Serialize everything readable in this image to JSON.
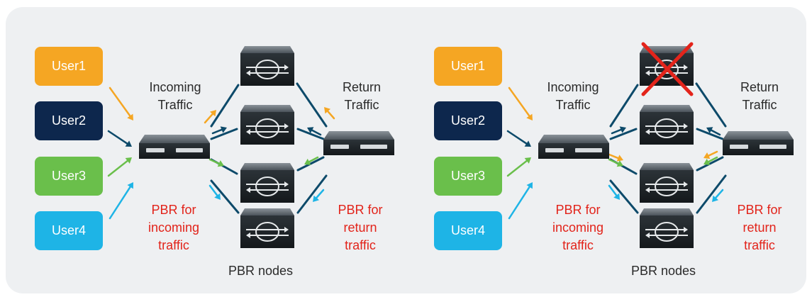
{
  "colors": {
    "user1": "#f5a623",
    "user2": "#0d274d",
    "user3": "#6abf4b",
    "user4": "#1eb4e6",
    "line_dark": "#0d4a6a",
    "label_red": "#e2231a",
    "cross_red": "#e3241b"
  },
  "left": {
    "users": [
      "User1",
      "User2",
      "User3",
      "User4"
    ],
    "incoming_label": "Incoming\nTraffic",
    "return_label": "Return\nTraffic",
    "pbr_in_label": "PBR for\nincoming\ntraffic",
    "pbr_ret_label": "PBR for\nreturn\ntraffic",
    "nodes_label": "PBR nodes"
  },
  "right": {
    "users": [
      "User1",
      "User2",
      "User3",
      "User4"
    ],
    "incoming_label": "Incoming\nTraffic",
    "return_label": "Return\nTraffic",
    "pbr_in_label": "PBR for\nincoming\ntraffic",
    "pbr_ret_label": "PBR for\nreturn\ntraffic",
    "nodes_label": "PBR nodes",
    "failed_node": 1
  },
  "icons": [
    "switch-icon",
    "service-node-icon",
    "failure-cross-icon",
    "arrow-icon"
  ]
}
